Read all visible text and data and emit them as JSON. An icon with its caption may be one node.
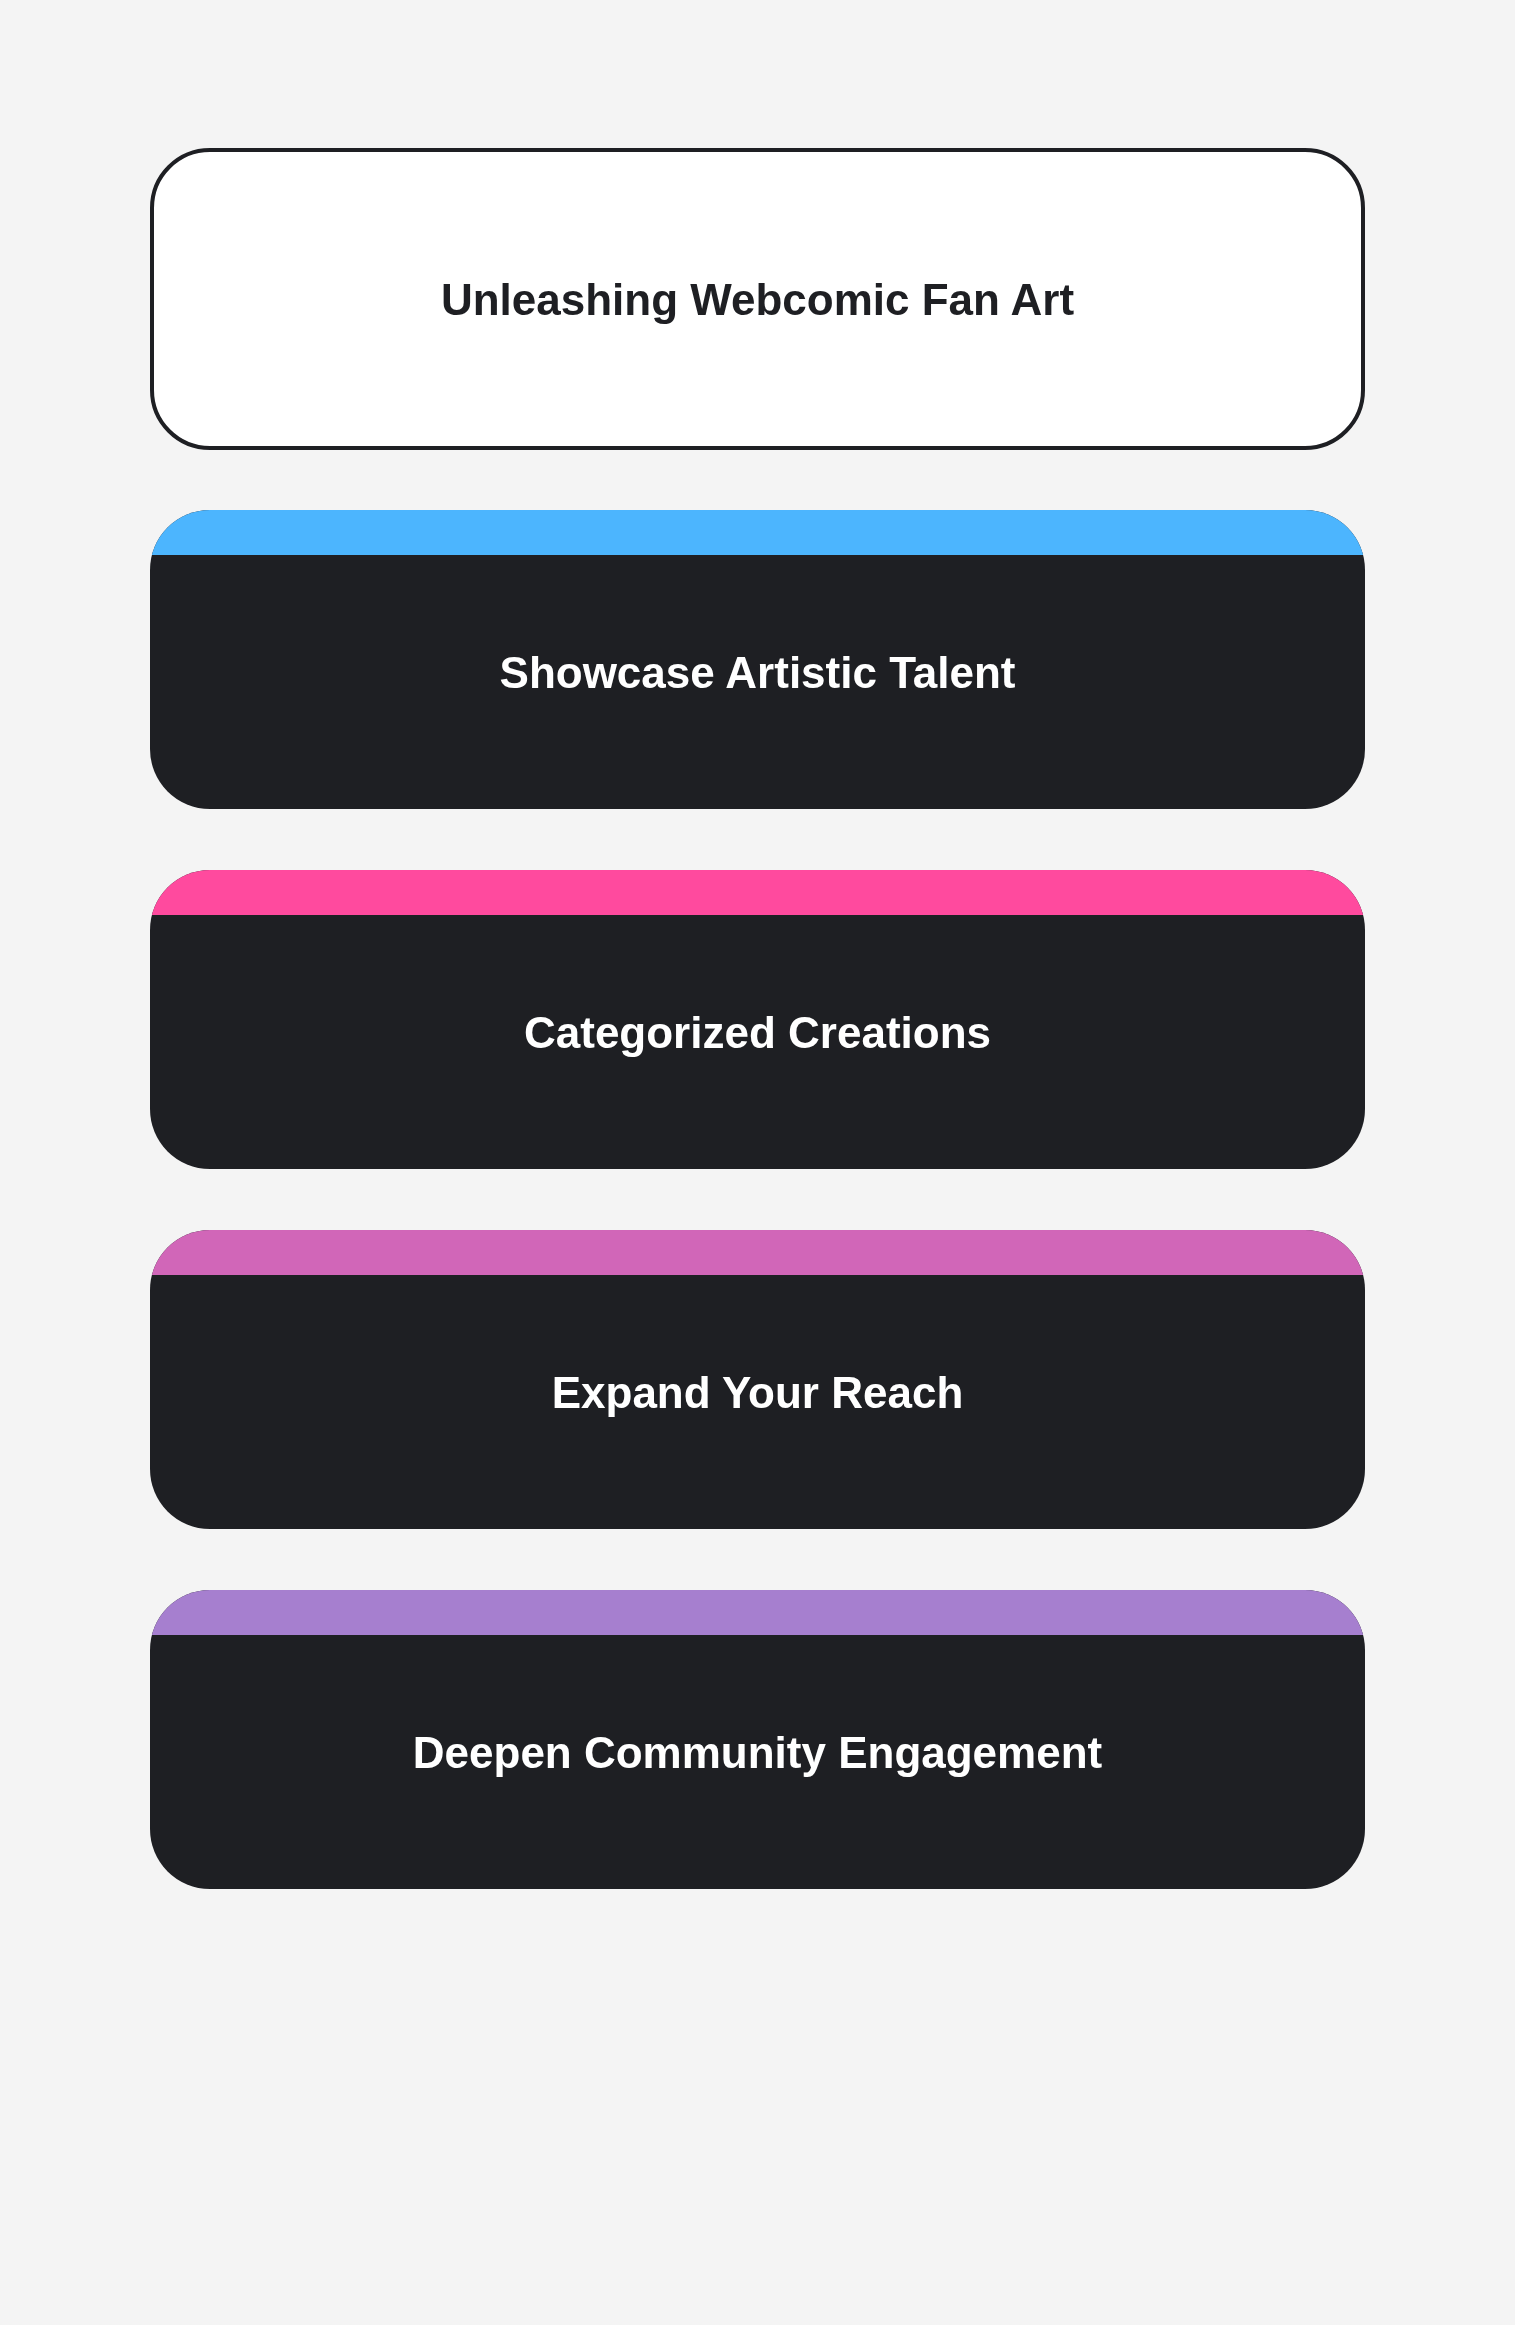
{
  "diagram": {
    "nodes": [
      {
        "text": [
          "Unleashing Webcomic Fan Art"
        ]
      },
      {
        "text": [
          "Showcase Artistic Talent"
        ]
      },
      {
        "text": [
          "Categorized Creations"
        ]
      },
      {
        "text": [
          "Expand Your Reach"
        ]
      },
      {
        "text": [
          "Deepen Community Engagement"
        ]
      }
    ]
  }
}
